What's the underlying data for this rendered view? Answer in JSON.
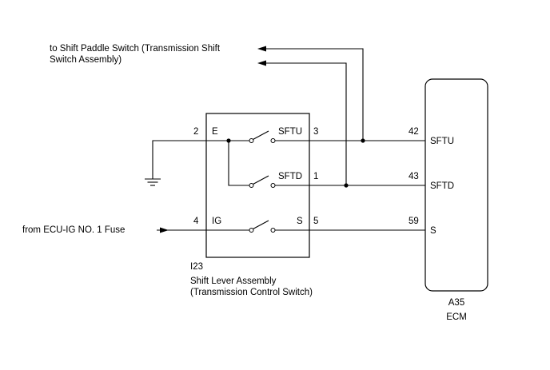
{
  "notes": {
    "to_paddle_line1": "to Shift Paddle Switch (Transmission Shift",
    "to_paddle_line2": "Switch Assembly)",
    "from_fuse": "from ECU-IG NO. 1 Fuse"
  },
  "switch_assembly": {
    "code": "I23",
    "name_line1": "Shift Lever Assembly",
    "name_line2": "(Transmission Control Switch)",
    "inner_labels": {
      "e": "E",
      "ig": "IG",
      "sftu": "SFTU",
      "sftd": "SFTD",
      "s": "S"
    },
    "pins": {
      "e": "2",
      "ig": "4",
      "sftu": "3",
      "sftd": "1",
      "s": "5"
    }
  },
  "ecm": {
    "code": "A35",
    "name": "ECM",
    "pins": {
      "sftu": "42",
      "sftd": "43",
      "s": "59"
    },
    "labels": {
      "sftu": "SFTU",
      "sftd": "SFTD",
      "s": "S"
    }
  }
}
